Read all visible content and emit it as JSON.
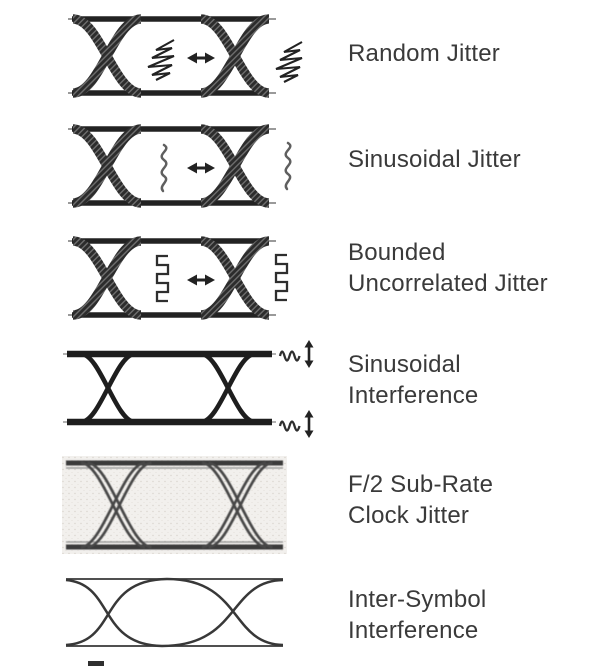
{
  "figure": {
    "background": "#ffffff",
    "ink": "#2b2b2b",
    "rail_gray": "#9a9a9a",
    "label_color": "#3a3a3a",
    "noise_background": "#f2f0ed"
  },
  "rows": [
    {
      "id": "random-jitter",
      "label": "Random Jitter",
      "eye_style": "thick-hatched-eye",
      "icons": [
        "random-noise-squiggle-icon",
        "left-right-arrow-icon",
        "random-noise-squiggle-icon"
      ]
    },
    {
      "id": "sinusoidal-jitter",
      "label": "Sinusoidal Jitter",
      "eye_style": "thick-hatched-eye",
      "icons": [
        "sine-squiggle-icon",
        "left-right-arrow-icon",
        "sine-squiggle-icon"
      ]
    },
    {
      "id": "bounded-uncorrelated-jitter",
      "label": "Bounded\nUncorrelated Jitter",
      "eye_style": "thick-hatched-eye",
      "icons": [
        "square-wave-icon",
        "left-right-arrow-icon",
        "square-wave-icon"
      ]
    },
    {
      "id": "sinusoidal-interference",
      "label": "Sinusoidal\nInterference",
      "eye_style": "solid-open-eye",
      "icons": [
        "sine-wave-icon",
        "up-down-arrow-icon",
        "sine-wave-icon",
        "up-down-arrow-icon"
      ]
    },
    {
      "id": "f2-subrate-clock-jitter",
      "label": "F/2 Sub-Rate\nClock Jitter",
      "eye_style": "doubled-fuzzy-eye",
      "icons": []
    },
    {
      "id": "inter-symbol-interference",
      "label": "Inter-Symbol\nInterference",
      "eye_style": "thin-line-eye",
      "icons": []
    }
  ]
}
